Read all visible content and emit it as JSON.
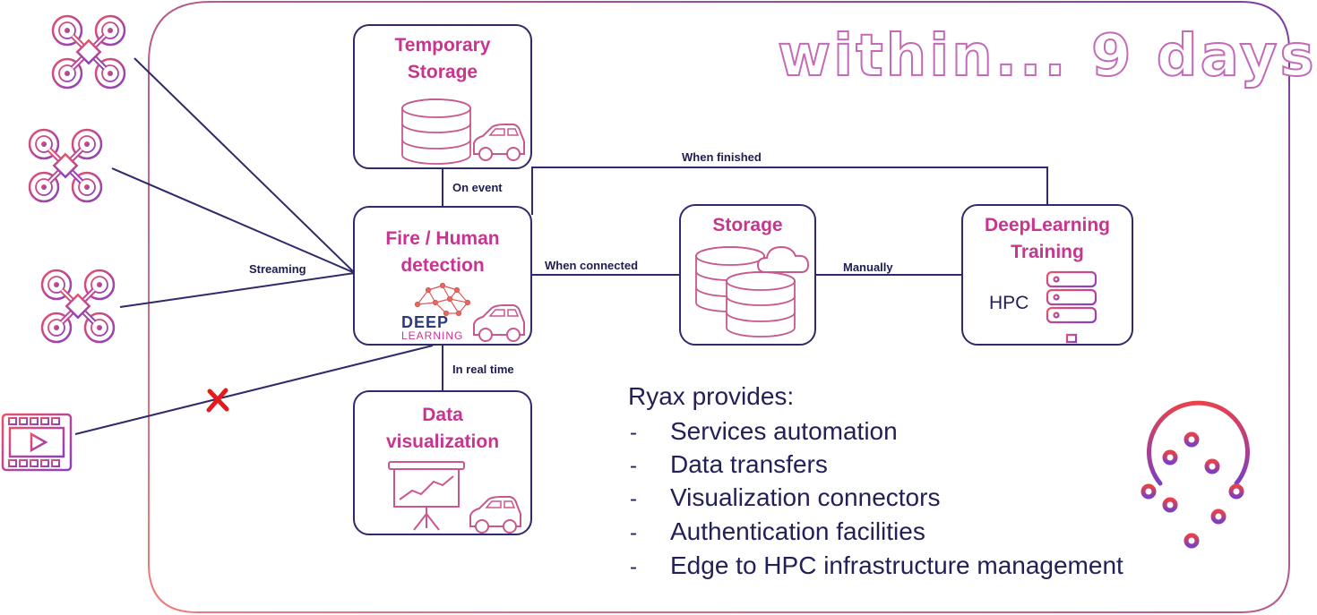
{
  "headline": "within... 9 days",
  "boxes": {
    "temporary_storage": "Temporary Storage",
    "fire_detection": "Fire / Human detection",
    "data_visualization": "Data visualization",
    "storage": "Storage",
    "deeplearning_training": "DeepLearning Training"
  },
  "box_lines": {
    "temporary_storage": [
      "Temporary",
      "Storage"
    ],
    "fire_detection": [
      "Fire / Human",
      "detection"
    ],
    "data_visualization": [
      "Data",
      "visualization"
    ],
    "storage": [
      "Storage"
    ],
    "deeplearning_training": [
      "DeepLearning",
      "Training"
    ]
  },
  "connections": {
    "streaming": "Streaming",
    "on_event": "On event",
    "in_real_time": "In real time",
    "when_connected": "When connected",
    "manually": "Manually",
    "when_finished": "When finished"
  },
  "logos": {
    "deep": "DEEP",
    "learning": "LEARNING"
  },
  "hpc_label": "HPC",
  "provides": {
    "title": "Ryax provides:",
    "items": [
      "Services automation",
      "Data transfers",
      "Visualization connectors",
      "Authentication facilities",
      "Edge to HPC infrastructure management"
    ],
    "dash": "-"
  },
  "icons": {
    "drones": [
      "drone-icon",
      "drone-icon",
      "drone-icon"
    ],
    "video": "video-player-icon",
    "blocked": "red-x-icon",
    "database": "database-icon",
    "car": "car-icon",
    "cloud": "cloud-icon",
    "server": "server-rack-icon",
    "brain": "brain-network-icon",
    "presentation": "presentation-board-icon",
    "ryax": "ryax-logo-icon"
  },
  "colors": {
    "line": "#2e2a6b",
    "accent_pink": "#c8358e",
    "gradient_start": "#e8516b",
    "gradient_end": "#8a3fc0",
    "frame_start": "#f07a7a",
    "frame_end": "#7b3fa0",
    "blocked": "#e21c1c"
  }
}
